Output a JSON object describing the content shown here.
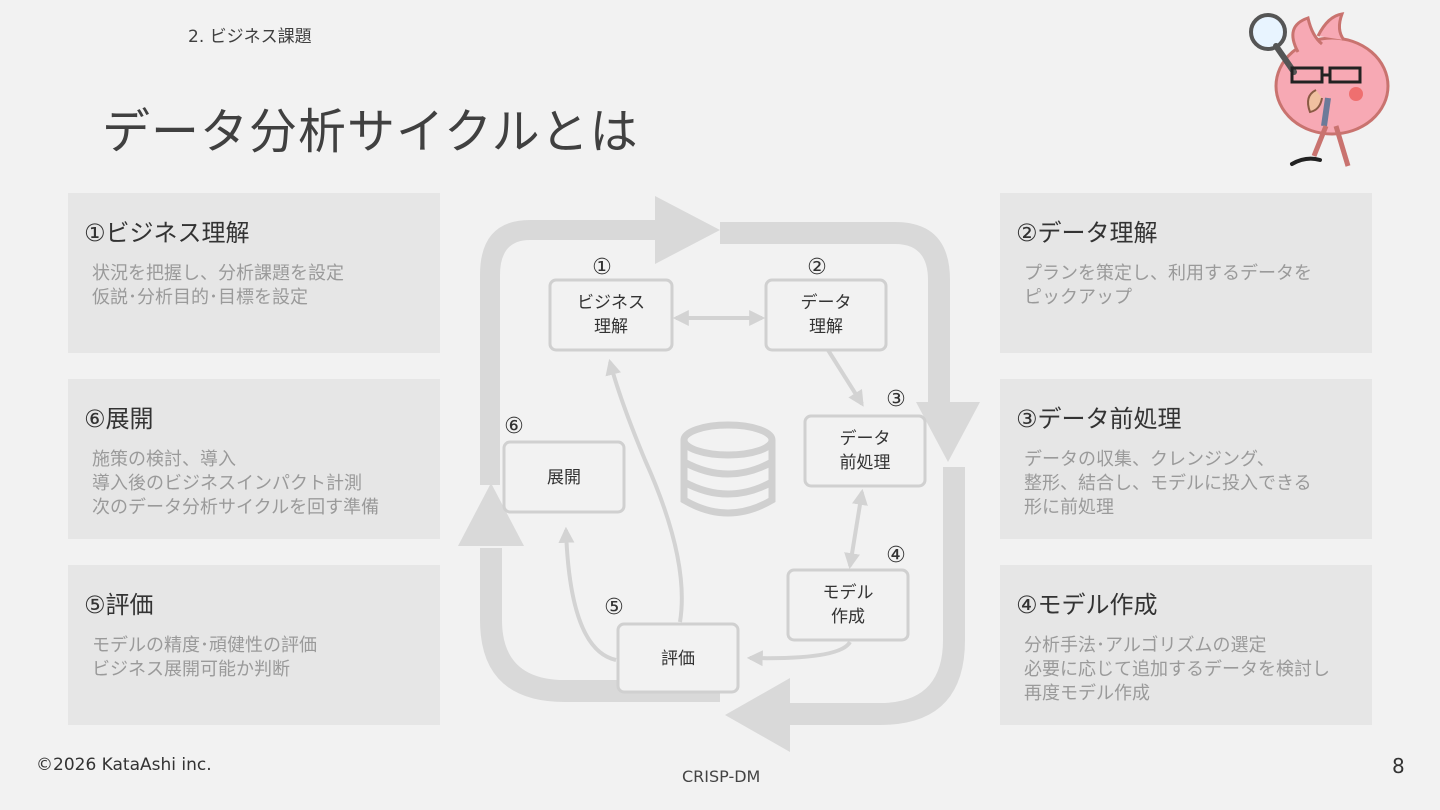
{
  "header": {
    "section_label": "2. ビジネス課題",
    "title": "データ分析サイクルとは"
  },
  "panels": [
    {
      "heading": "①ビジネス理解",
      "lines": [
        "状況を把握し、分析課題を設定",
        "仮説･分析目的･目標を設定"
      ]
    },
    {
      "heading": "②データ理解",
      "lines": [
        "プランを策定し、利用するデータを",
        "ピックアップ"
      ]
    },
    {
      "heading": "③データ前処理",
      "lines": [
        "データの収集、クレンジング、",
        "整形、結合し、モデルに投入できる",
        "形に前処理"
      ]
    },
    {
      "heading": "④モデル作成",
      "lines": [
        "分析手法･アルゴリズムの選定",
        "必要に応じて追加するデータを検討し",
        "再度モデル作成"
      ]
    },
    {
      "heading": "⑤評価",
      "lines": [
        "モデルの精度･頑健性の評価",
        "ビジネス展開可能か判断"
      ]
    },
    {
      "heading": "⑥展開",
      "lines": [
        "施策の検討、導入",
        "導入後のビジネスインパクト計測",
        "次のデータ分析サイクルを回す準備"
      ]
    }
  ],
  "diagram": {
    "steps": [
      {
        "num": "①",
        "lines": [
          "ビジネス",
          "理解"
        ]
      },
      {
        "num": "②",
        "lines": [
          "データ",
          "理解"
        ]
      },
      {
        "num": "③",
        "lines": [
          "データ",
          "前処理"
        ]
      },
      {
        "num": "④",
        "lines": [
          "モデル",
          "作成"
        ]
      },
      {
        "num": "⑤",
        "lines": [
          "評価"
        ]
      },
      {
        "num": "⑥",
        "lines": [
          "展開"
        ]
      }
    ],
    "center_icon": "database-icon",
    "caption": "CRISP-DM"
  },
  "footer": {
    "copyright": "©2026 KataAshi inc.",
    "page_number": "8"
  },
  "colors": {
    "background": "#f2f2f2",
    "panel": "#e6e6e6",
    "cycle_arrow": "#d9d9d9",
    "box_border": "#d0d0d0"
  }
}
